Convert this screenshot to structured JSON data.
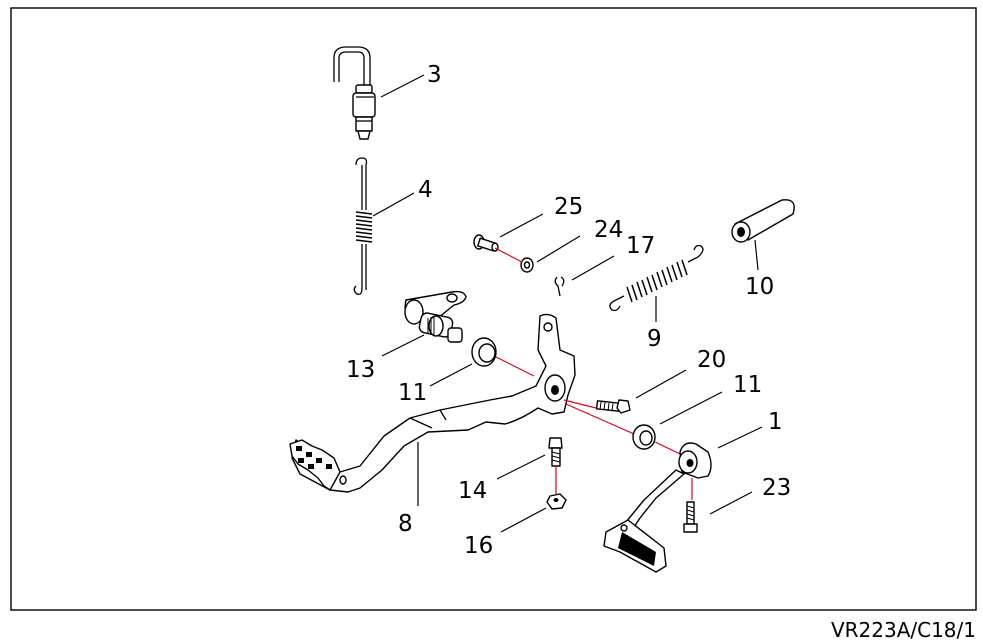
{
  "diagram": {
    "reference_code": "VR223A/C18/1",
    "callouts": [
      {
        "id": "3",
        "text": "3"
      },
      {
        "id": "4",
        "text": "4"
      },
      {
        "id": "25",
        "text": "25"
      },
      {
        "id": "24",
        "text": "24"
      },
      {
        "id": "17",
        "text": "17"
      },
      {
        "id": "10",
        "text": "10"
      },
      {
        "id": "9",
        "text": "9"
      },
      {
        "id": "13",
        "text": "13"
      },
      {
        "id": "11a",
        "text": "11"
      },
      {
        "id": "20",
        "text": "20"
      },
      {
        "id": "11b",
        "text": "11"
      },
      {
        "id": "1",
        "text": "1"
      },
      {
        "id": "23",
        "text": "23"
      },
      {
        "id": "14",
        "text": "14"
      },
      {
        "id": "16",
        "text": "16"
      },
      {
        "id": "8",
        "text": "8"
      }
    ]
  }
}
